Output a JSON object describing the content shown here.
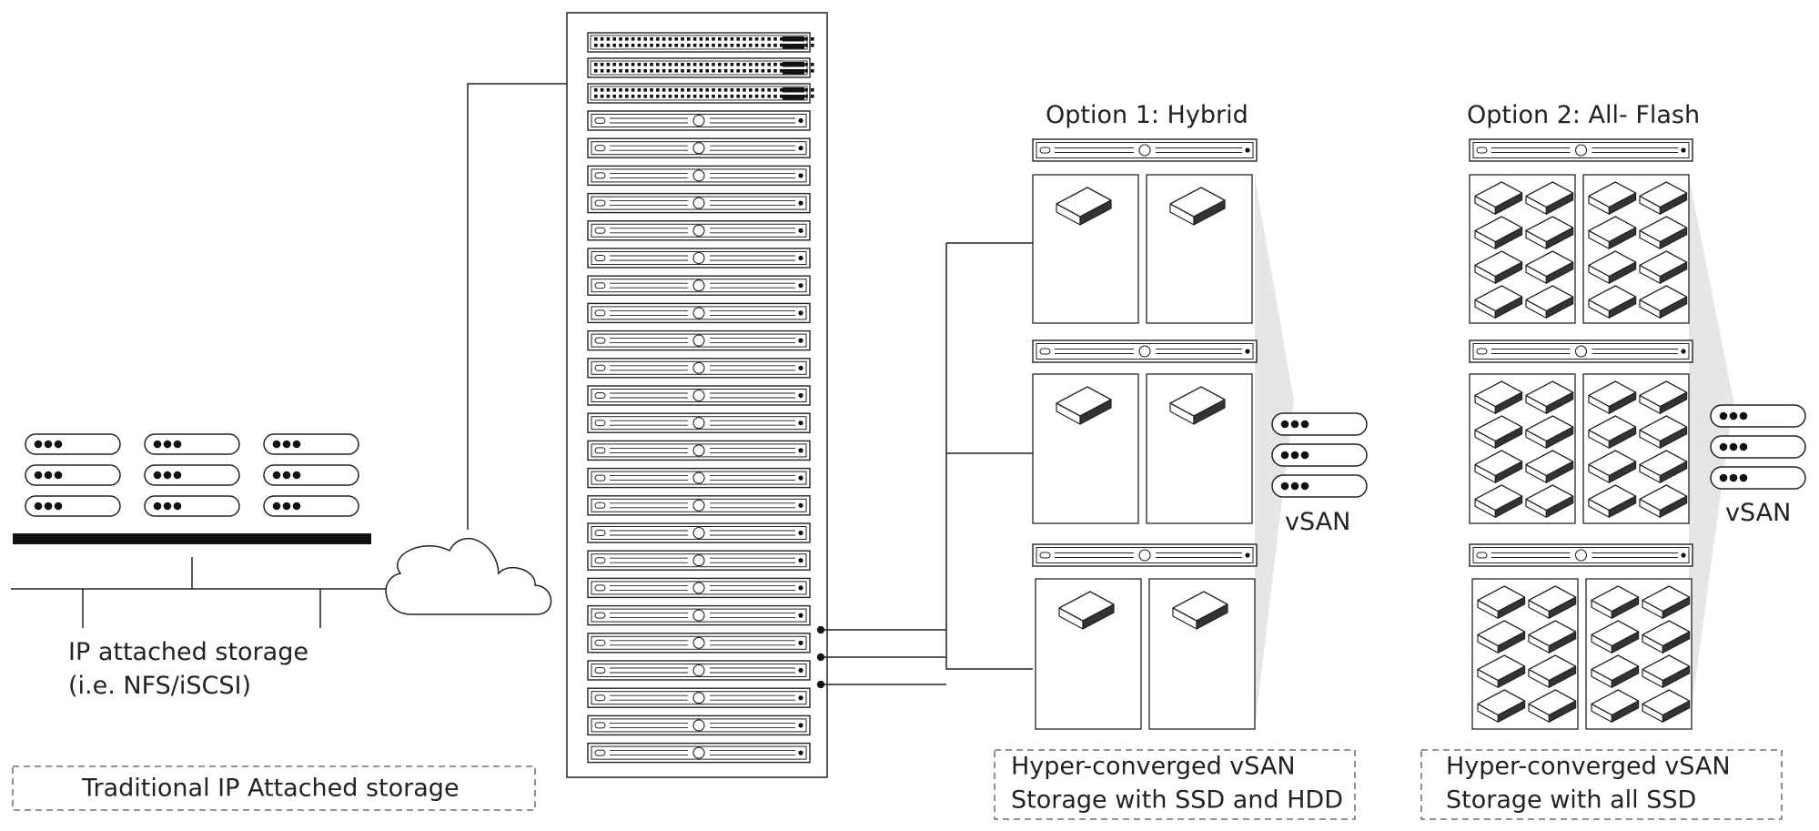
{
  "traditional": {
    "storage_label_line1": "IP attached storage",
    "storage_label_line2": "(i.e. NFS/iSCSI)",
    "section_label": "Traditional IP Attached storage"
  },
  "option1": {
    "title": "Option 1: Hybrid",
    "vsan_label": "vSAN",
    "caption_line1": "Hyper-converged vSAN",
    "caption_line2": "Storage with SSD and HDD"
  },
  "option2": {
    "title": "Option 2: All- Flash",
    "vsan_label": "vSAN",
    "caption_line1": "Hyper-converged vSAN",
    "caption_line2": "Storage with all SSD"
  },
  "colors": {
    "stroke": "#222222",
    "shadow": "#e6e6e6"
  }
}
